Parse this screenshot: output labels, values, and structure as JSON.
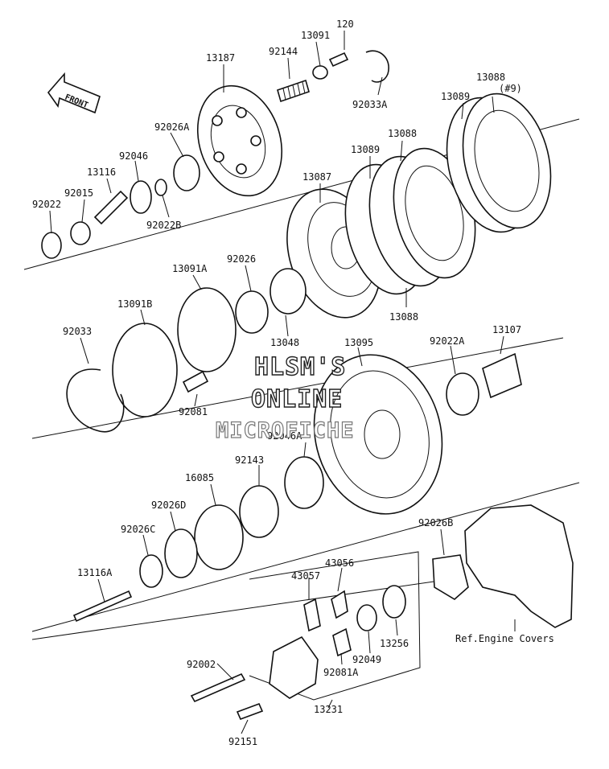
{
  "front_badge": "FRONT",
  "parts": {
    "p120": "120",
    "p13091": "13091",
    "p92144": "92144",
    "p13187": "13187",
    "p92033A": "92033A",
    "p13088_9": "13088",
    "p13088_9_qty": "(#9)",
    "p13089_top": "13089",
    "p13088_mid": "13088",
    "p13089_mid": "13089",
    "p13087": "13087",
    "p92026A": "92026A",
    "p92046": "92046",
    "p13116": "13116",
    "p92015": "92015",
    "p92022": "92022",
    "p92022B": "92022B",
    "p13091A": "13091A",
    "p92026": "92026",
    "p13091B": "13091B",
    "p13048": "13048",
    "p13088_low": "13088",
    "p92033": "92033",
    "p13095": "13095",
    "p92022A": "92022A",
    "p13107": "13107",
    "p92081": "92081",
    "p92046A": "92046A",
    "p92143": "92143",
    "p16085": "16085",
    "p92026D": "92026D",
    "p92026C": "92026C",
    "p92026B": "92026B",
    "p13116A": "13116A",
    "p43056": "43056",
    "p43057": "43057",
    "p13256": "13256",
    "p92049": "92049",
    "p92081A": "92081A",
    "p92002": "92002",
    "p13231": "13231",
    "p92151": "92151"
  },
  "ref_note": "Ref.Engine Covers",
  "watermark": {
    "line1": "HLSM'S",
    "line2": "ONLINE",
    "line3": "MICROFICHE"
  }
}
